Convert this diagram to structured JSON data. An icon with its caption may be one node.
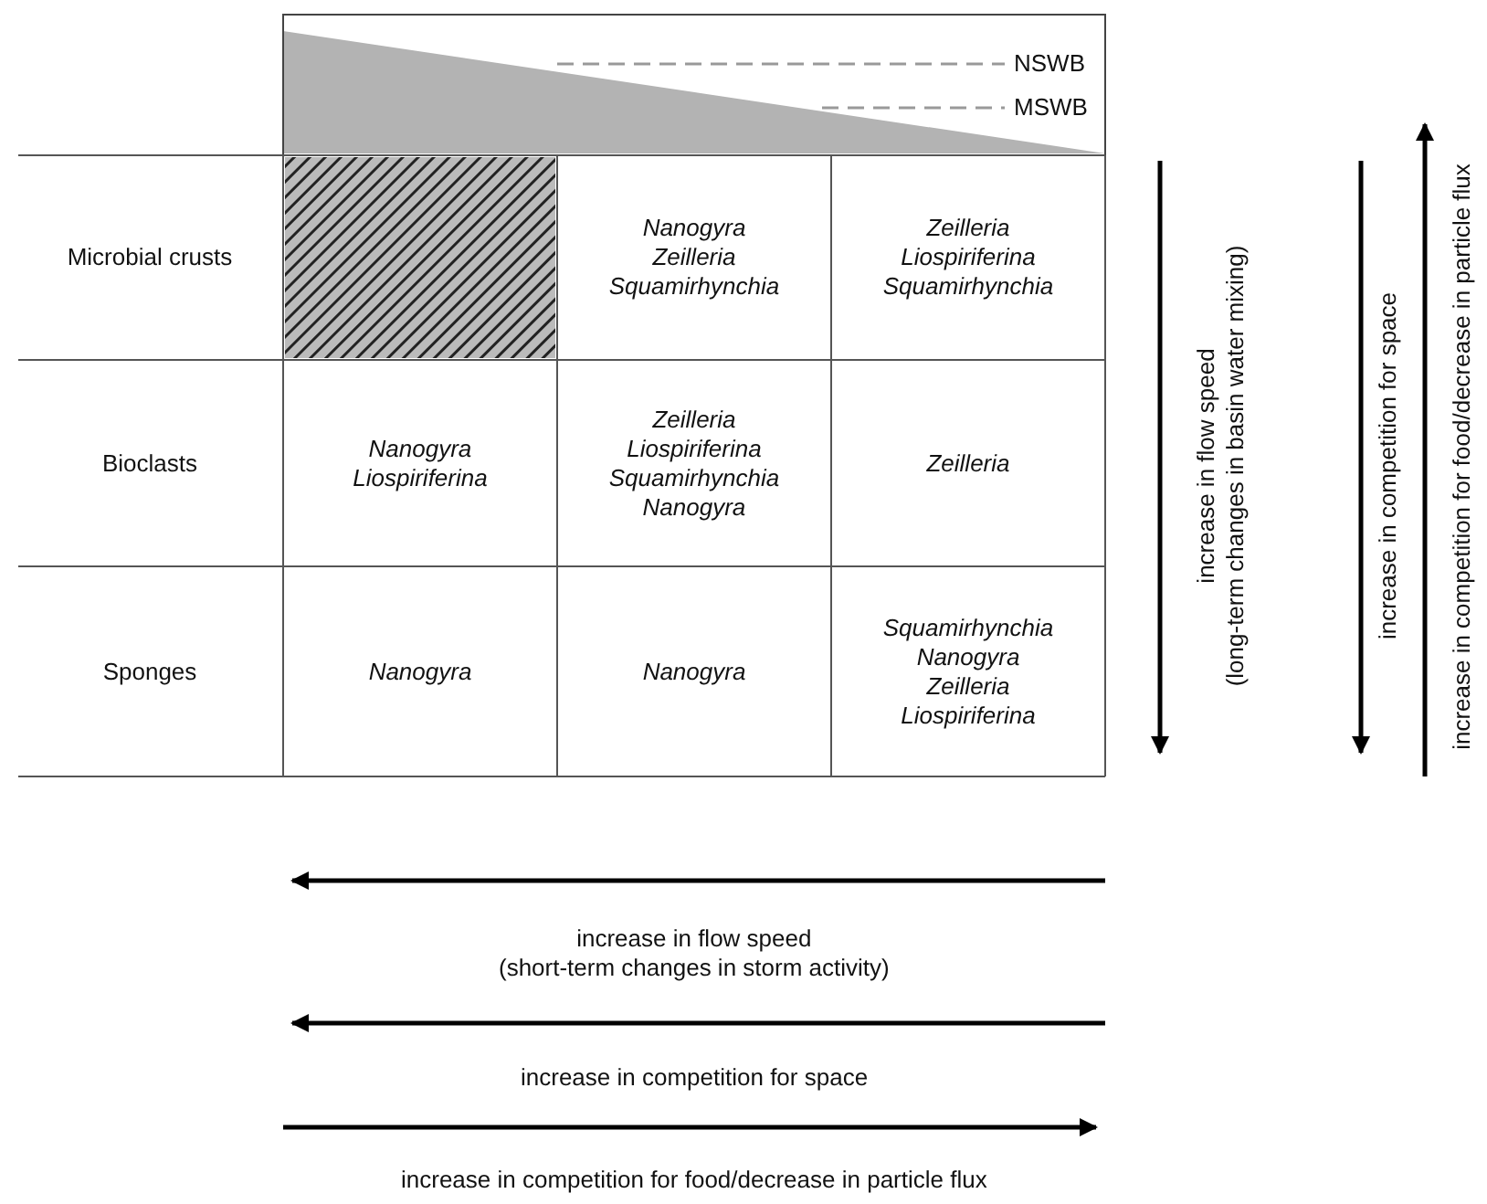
{
  "diagram": {
    "nodes": [
      {
        "text": [],
        "shape": "box"
      }
    ],
    "labels": [
      "NSWB",
      "MSWB",
      "Microbial crusts",
      "Nanogyra Zeilleria Squamirhynchia",
      "Zeilleria Liospiriferina Squamirhynchia",
      "Bioclasts",
      "Nanogyra Liospiriferina",
      "Zeilleria Liospiriferina Squamirhynchia Nanogyra",
      "Zeilleria",
      "Sponges",
      "Nanogyra",
      "Nanogyra",
      "Squamirhynchia Nanogyra Zeilleria Liospiriferina",
      "increase in flow speed (long-term changes in basin water mixing)",
      "increase in competition for space",
      "increase in competition for food/decrease in particle flux",
      "increase in flow speed (short-term changes in storm activity)",
      "increase in competition for space",
      "increase in competition for food/decrease in particle flux"
    ]
  }
}
